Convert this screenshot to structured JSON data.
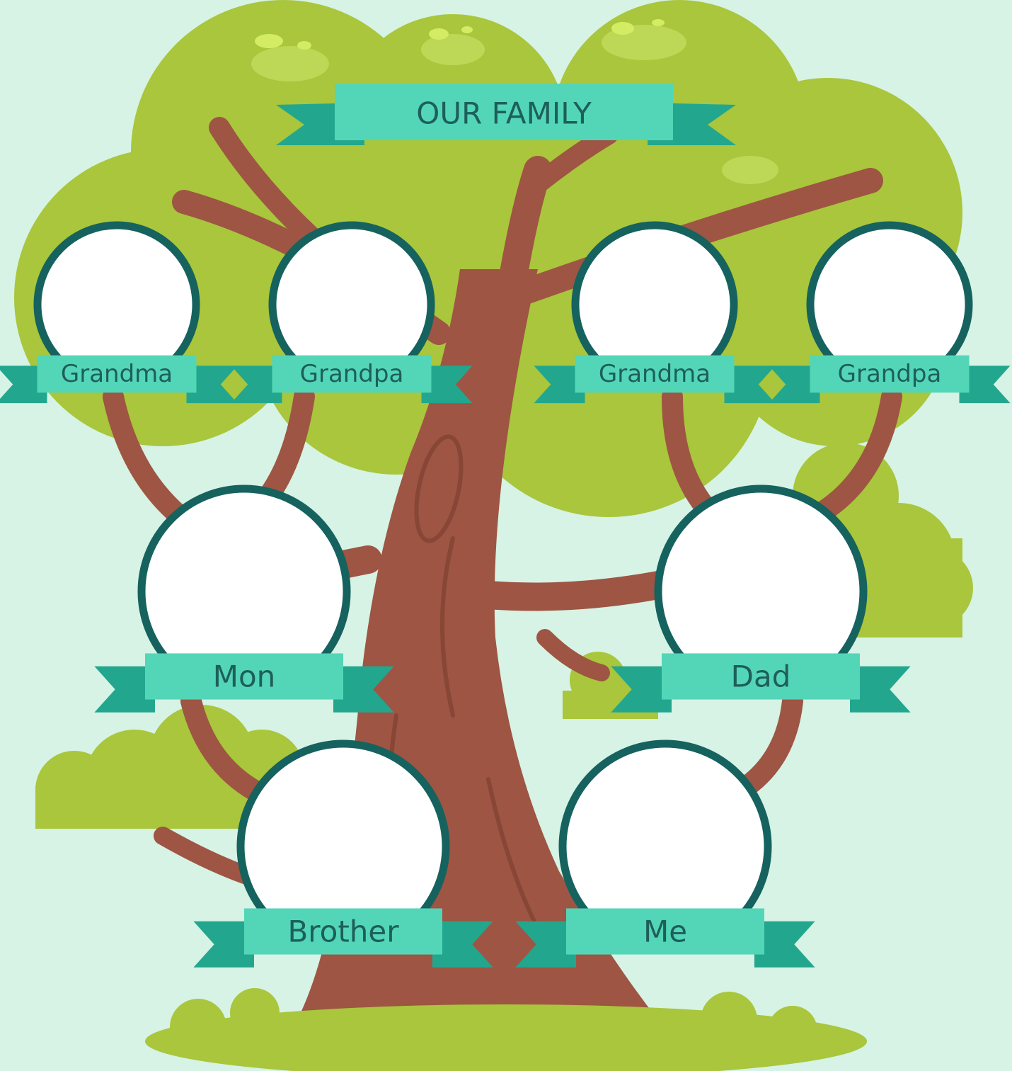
{
  "title": "OUR FAMILY",
  "members": [
    {
      "id": "paternal-grandma",
      "label": "Grandma"
    },
    {
      "id": "paternal-grandpa",
      "label": "Grandpa"
    },
    {
      "id": "maternal-grandma",
      "label": "Grandma"
    },
    {
      "id": "maternal-grandpa",
      "label": "Grandpa"
    },
    {
      "id": "mom",
      "label": "Mon"
    },
    {
      "id": "dad",
      "label": "Dad"
    },
    {
      "id": "brother",
      "label": "Brother"
    },
    {
      "id": "me",
      "label": "Me"
    }
  ],
  "colors": {
    "background": "#d6f3e5",
    "foliage": "#a9c63c",
    "foliage_light": "#bdd856",
    "trunk": "#9e5543",
    "ribbon": "#53d6b7",
    "ribbon_dark": "#22a78e",
    "frame": "#16625f",
    "text": "#1d5f5a"
  }
}
